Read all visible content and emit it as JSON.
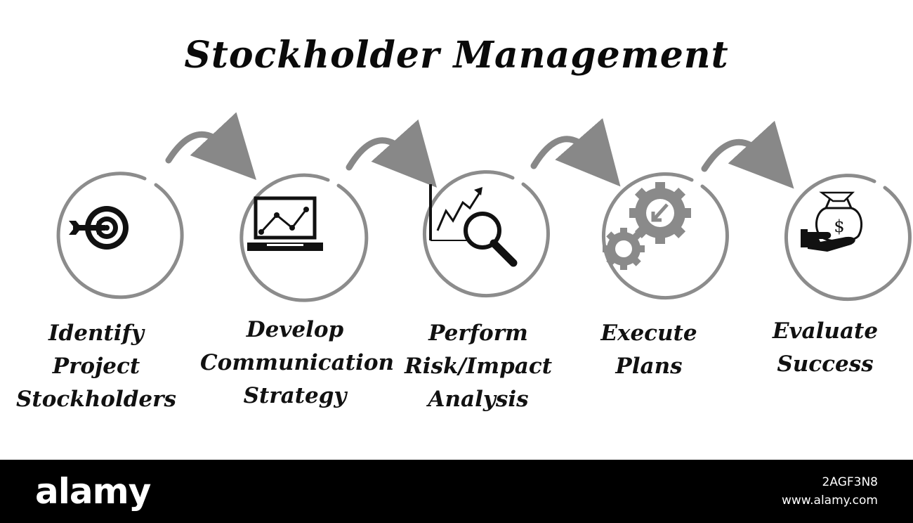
{
  "title": "Stockholder Management",
  "colors": {
    "ring": "#8c8c8c",
    "arrow": "#888888",
    "icon": "#111111",
    "gear": "#8a8a8a",
    "footer": "#000000"
  },
  "steps": [
    {
      "lines": [
        "Identify",
        "Project",
        "Stockholders"
      ],
      "icon": "target-icon"
    },
    {
      "lines": [
        "Develop",
        "Communication",
        "Strategy"
      ],
      "icon": "laptop-chart-icon"
    },
    {
      "lines": [
        "Perform",
        "Risk/Impact",
        "Analysis"
      ],
      "icon": "chart-magnifier-icon"
    },
    {
      "lines": [
        "Execute",
        "Plans"
      ],
      "icon": "gears-icon"
    },
    {
      "lines": [
        "Evaluate",
        "Success"
      ],
      "icon": "money-bag-hand-icon"
    }
  ],
  "footer": {
    "brand": "alamy",
    "image_id": "2AGF3N8",
    "site": "www.alamy.com"
  }
}
